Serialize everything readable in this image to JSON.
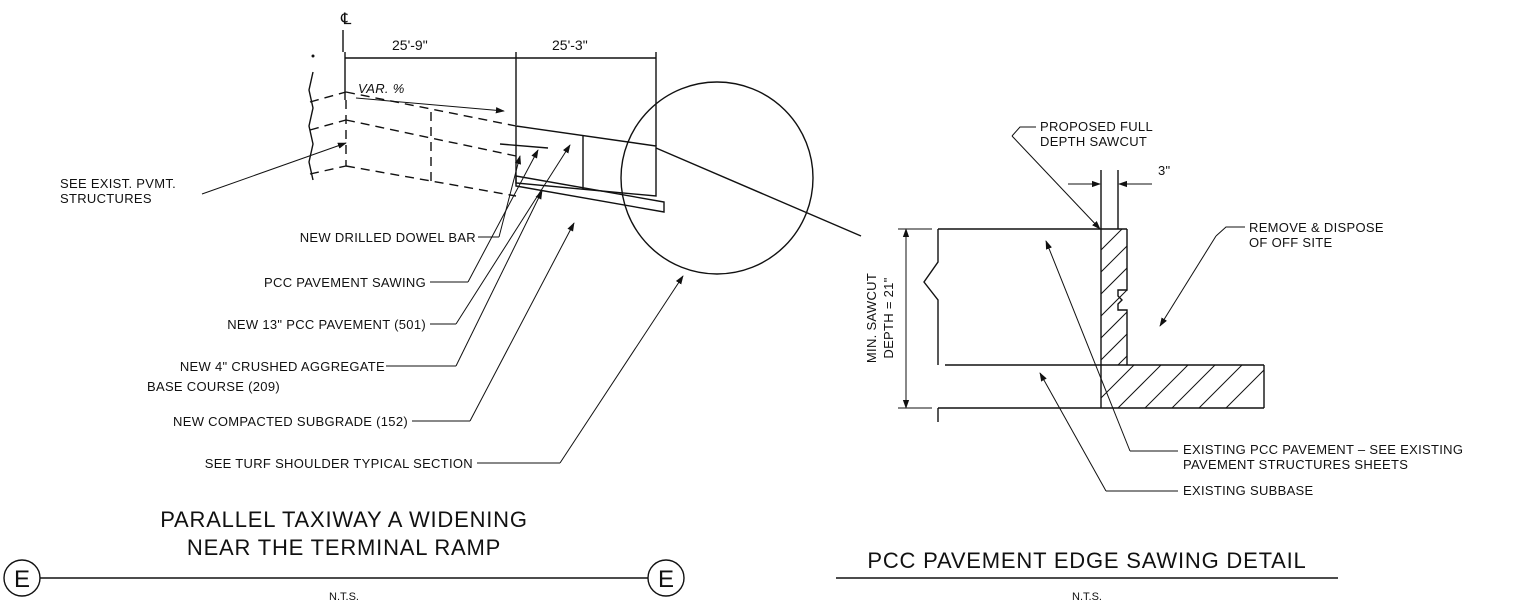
{
  "left_detail": {
    "centerline_symbol": "℄",
    "dim_1": "25'-9\"",
    "dim_2": "25'-3\"",
    "slope_label": "VAR. %",
    "callouts": [
      {
        "lines": [
          "SEE EXIST. PVMT.",
          "STRUCTURES"
        ]
      },
      {
        "lines": [
          "NEW DRILLED DOWEL BAR"
        ]
      },
      {
        "lines": [
          "PCC PAVEMENT SAWING"
        ]
      },
      {
        "lines": [
          "NEW 13\" PCC PAVEMENT (501)"
        ]
      },
      {
        "lines": [
          "NEW 4\" CRUSHED AGGREGATE",
          "BASE COURSE (209)"
        ]
      },
      {
        "lines": [
          "NEW COMPACTED SUBGRADE (152)"
        ]
      },
      {
        "lines": [
          "SEE TURF SHOULDER TYPICAL SECTION"
        ]
      }
    ],
    "title_line_1": "PARALLEL TAXIWAY A WIDENING",
    "title_line_2": "NEAR THE TERMINAL RAMP",
    "scale": "N.T.S.",
    "section_marker_left": "E",
    "section_marker_right": "E"
  },
  "right_detail": {
    "sawcut_label_1": "PROPOSED FULL",
    "sawcut_label_2": "DEPTH SAWCUT",
    "dim_width": "3\"",
    "remove_label_1": "REMOVE & DISPOSE",
    "remove_label_2": "OF OFF SITE",
    "depth_label_1": "MIN. SAWCUT",
    "depth_label_2": "DEPTH = 21\"",
    "existing_pcc_1": "EXISTING PCC PAVEMENT – SEE EXISTING",
    "existing_pcc_2": "PAVEMENT STRUCTURES SHEETS",
    "existing_subbase": "EXISTING SUBBASE",
    "title": "PCC PAVEMENT EDGE SAWING DETAIL",
    "scale": "N.T.S."
  }
}
